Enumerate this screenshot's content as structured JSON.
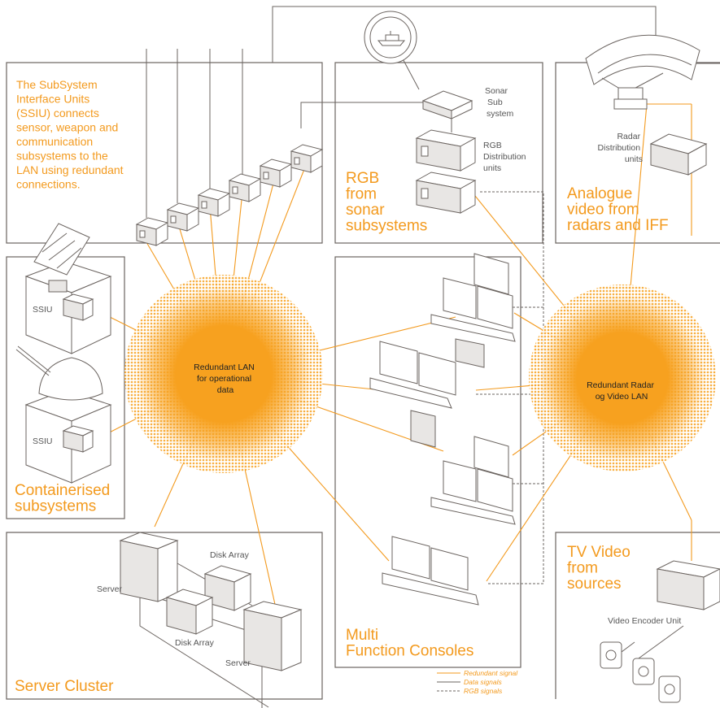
{
  "panels": {
    "ssiu": {
      "description": [
        "The SubSystem",
        "Interface Units",
        "(SSIU) connects",
        "sensor, weapon and",
        "communication",
        "subsystems to the",
        "LAN using redundant",
        "connections."
      ]
    },
    "sonar": {
      "title": [
        "RGB",
        "from",
        "sonar",
        "subsystems"
      ],
      "labels": {
        "sonar_sub": [
          "Sonar",
          "Sub",
          "system"
        ],
        "rgb_dist": [
          "RGB",
          "Distribution",
          "units"
        ]
      }
    },
    "radar": {
      "title": [
        "Analogue",
        "video from",
        "radars and IFF"
      ],
      "labels": {
        "radar_dist": [
          "Radar",
          "Distribution",
          "units"
        ]
      }
    },
    "containers": {
      "title": [
        "Containerised",
        "subsystems"
      ],
      "ssiu_label": "SSIU"
    },
    "consoles": {
      "title": [
        "Multi",
        "Function Consoles"
      ]
    },
    "tv": {
      "title": [
        "TV Video",
        "from",
        "sources"
      ],
      "encoder_label": "Video Encoder Unit"
    },
    "server": {
      "title": "Server Cluster",
      "server_label": "Server",
      "disk_label": "Disk Array"
    }
  },
  "hubs": {
    "lan": [
      "Redundant LAN",
      "for operational",
      "data"
    ],
    "radar": [
      "Redundant Radar",
      "og Video LAN"
    ]
  },
  "legend": [
    {
      "label": "Redundant signal",
      "style": "orange"
    },
    {
      "label": "Data signals",
      "style": "gray"
    },
    {
      "label": "RGB signals",
      "style": "dashed"
    }
  ],
  "colors": {
    "accent": "#F39A1E",
    "line": "#6b6460"
  }
}
